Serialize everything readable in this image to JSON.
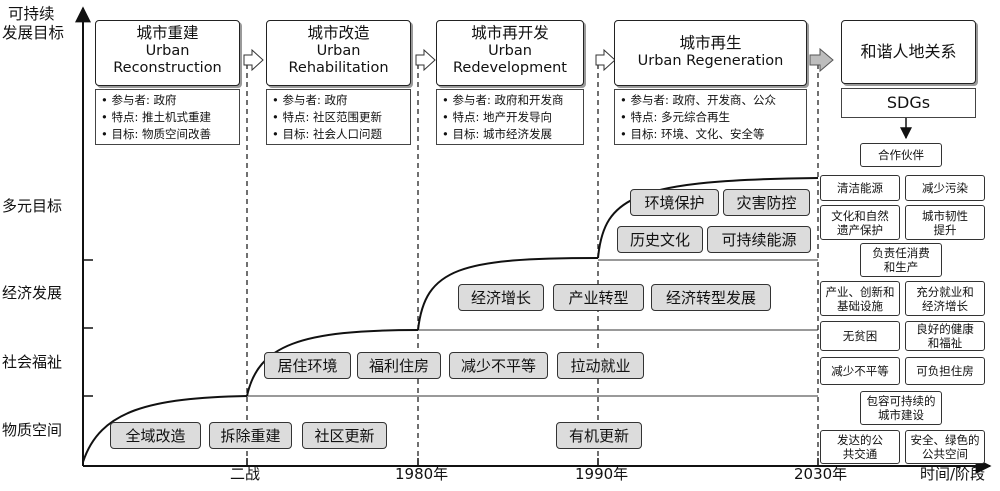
{
  "y_axis": {
    "title_line1": "可持续",
    "title_line2": "发展目标",
    "levels": [
      "多元目标",
      "经济发展",
      "社会福祉",
      "物质空间"
    ]
  },
  "x_axis": {
    "ticks": [
      "二战",
      "1980年",
      "1990年",
      "2030年"
    ],
    "title": "时间/阶段"
  },
  "eras": [
    {
      "zh": "城市重建",
      "en": "Urban Reconstruction",
      "points": [
        "• 参与者: 政府",
        "• 特点: 推土机式重建",
        "• 目标: 物质空间改善"
      ]
    },
    {
      "zh": "城市改造",
      "en": "Urban Rehabilitation",
      "points": [
        "• 参与者: 政府",
        "• 特点: 社区范围更新",
        "• 目标: 社会人口问题"
      ]
    },
    {
      "zh": "城市再开发",
      "en": "Urban Redevelopment",
      "points": [
        "• 参与者: 政府和开发商",
        "• 特点: 地产开发导向",
        "• 目标: 城市经济发展"
      ]
    },
    {
      "zh": "城市再生",
      "en": "Urban Regeneration",
      "points": [
        "• 参与者: 政府、开发商、公众",
        "• 特点: 多元综合再生",
        "• 目标: 环境、文化、安全等"
      ]
    }
  ],
  "future": {
    "title": "和谐人地关系",
    "sdgs_label": "SDGs"
  },
  "tags": {
    "physical": [
      "全域改造",
      "拆除重建",
      "社区更新",
      "有机更新"
    ],
    "social": [
      "居住环境",
      "福利住房",
      "减少不平等",
      "拉动就业"
    ],
    "economic": [
      "经济增长",
      "产业转型",
      "经济转型发展"
    ],
    "diverse": [
      "环境保护",
      "灾害防控",
      "历史文化",
      "可持续能源"
    ]
  },
  "sdg_items": {
    "partnership": "合作伙伴",
    "clean_energy": "清洁能源",
    "less_pollution": "减少污染",
    "culture_heritage": "文化和自然遗产保护",
    "resilience": "城市韧性提升",
    "responsible": "负责任消费和生产",
    "industry": "产业、创新和基础设施",
    "employment": "充分就业和经济增长",
    "no_poverty": "无贫困",
    "health": "良好的健康和福祉",
    "inequality": "减少不平等",
    "housing": "可负担住房",
    "inclusive": "包容可持续的城市建设",
    "transport": "发达的公共交通",
    "public_space": "安全、绿色的公共空间"
  },
  "colors": {
    "tag_fill": "#dcdcdc",
    "arrow_gray": "#bdbdbd",
    "line": "#111111"
  }
}
